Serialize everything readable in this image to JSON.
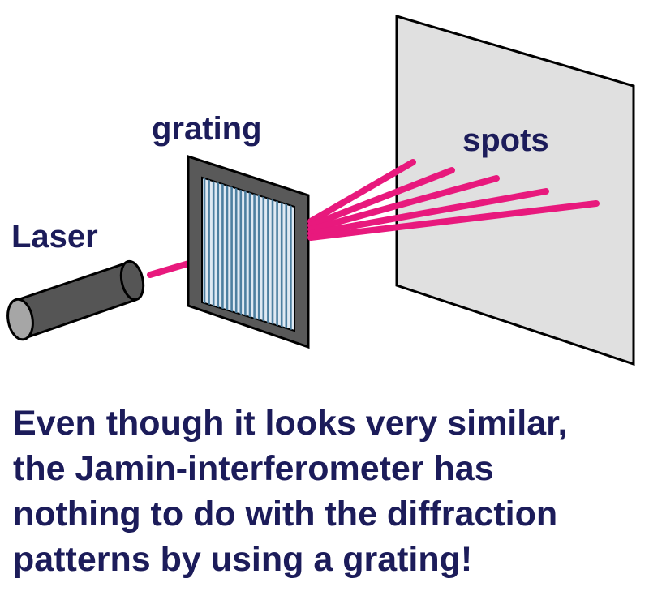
{
  "labels": {
    "laser": "Laser",
    "grating": "grating",
    "spots": "spots"
  },
  "caption": {
    "lines": [
      "Even though it looks very similar,",
      "the Jamin-interferometer has",
      "nothing to do with the diffraction",
      "patterns by using a grating!"
    ]
  },
  "colors": {
    "text": "#1c1c5a",
    "beam": "#e8197d",
    "laser_body": "#555555",
    "laser_face": "#a6a6a6",
    "grating_frame": "#595959",
    "grating_slit_light": "#dfe9f3",
    "grating_slit_dark": "#4d7fa0",
    "screen": "#e0e0e0"
  },
  "beam_count": 5
}
